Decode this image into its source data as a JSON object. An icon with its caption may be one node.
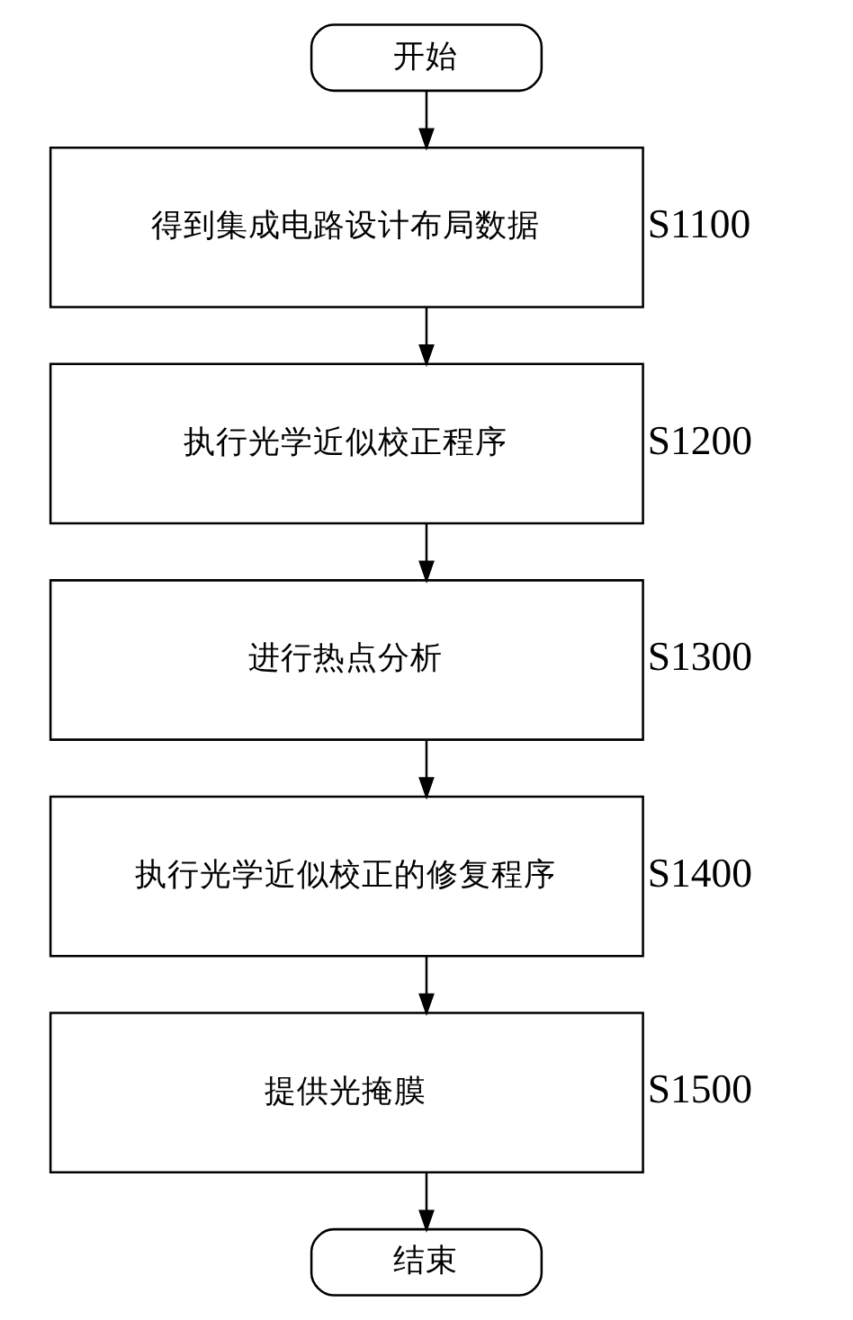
{
  "diagram": {
    "nodes": [
      {
        "text": [
          "开始"
        ]
      },
      {
        "text": [
          "得到集成电路设计布局数据"
        ],
        "beside": [
          "S1100"
        ]
      },
      {
        "text": [
          "执行光学近似校正程序"
        ],
        "beside": [
          "S1200"
        ]
      },
      {
        "text": [
          "进行热点分析"
        ],
        "beside": [
          "S1300"
        ]
      },
      {
        "text": [
          "执行光学近似校正的修复程序"
        ],
        "beside": [
          "S1400"
        ]
      },
      {
        "text": [
          "提供光掩膜"
        ],
        "beside": [
          "S1500"
        ]
      },
      {
        "text": [
          "结束"
        ]
      }
    ],
    "edges": [
      {
        "from": 0,
        "to": 1,
        "arrow": "to"
      },
      {
        "from": 1,
        "to": 2,
        "arrow": "to"
      },
      {
        "from": 2,
        "to": 3,
        "arrow": "to"
      },
      {
        "from": 3,
        "to": 4,
        "arrow": "to"
      },
      {
        "from": 4,
        "to": 5,
        "arrow": "to"
      },
      {
        "from": 5,
        "to": 6,
        "arrow": "to"
      }
    ]
  }
}
